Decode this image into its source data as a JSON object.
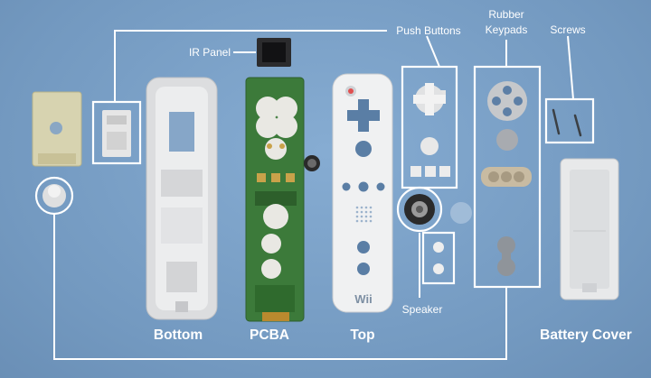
{
  "labels": {
    "ir_panel": "IR Panel",
    "push_buttons": "Push Buttons",
    "rubber_keypads_line1": "Rubber",
    "rubber_keypads_line2": "Keypads",
    "screws": "Screws",
    "speaker": "Speaker",
    "bottom": "Bottom",
    "pcba": "PCBA",
    "top": "Top",
    "battery_cover": "Battery Cover"
  },
  "logo": "Wii",
  "colors": {
    "background": "#7aa0c6",
    "callout": "#ffffff",
    "pcb": "#3c7a3a",
    "plastic": "#e8e9ea"
  }
}
